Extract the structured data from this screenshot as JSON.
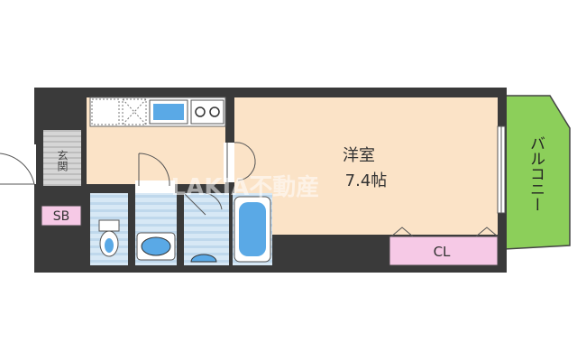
{
  "rooms": {
    "western": {
      "name": "洋室",
      "size": "7.4帖"
    },
    "balcony": {
      "label": "バルコニー"
    },
    "entrance": {
      "label": "玄関"
    },
    "shoe_box": {
      "label": "SB"
    },
    "closet": {
      "label": "CL"
    }
  },
  "watermark": "LAKIA不動産",
  "colors": {
    "wall": "#3a3a3a",
    "room_floor": "#fbe3c7",
    "wet_area": "#cfe3f2",
    "wet_stripe": "#b9d3e8",
    "balcony": "#8ccf5a",
    "storage": "#f6c9e6",
    "entrance": "#cfcfcf",
    "fixture": "#5aa9e6"
  }
}
